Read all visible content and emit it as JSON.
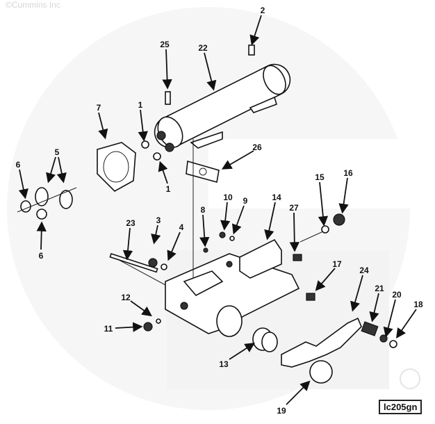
{
  "copyright": "©Cummins Inc",
  "figure_id": "lc205gn",
  "watermark": "Cummins",
  "callouts": [
    "2",
    "25",
    "22",
    "7",
    "1",
    "1",
    "5",
    "6",
    "6",
    "26",
    "15",
    "16",
    "10",
    "9",
    "14",
    "8",
    "27",
    "3",
    "4",
    "23",
    "17",
    "24",
    "21",
    "20",
    "18",
    "12",
    "11",
    "13",
    "19"
  ],
  "colors": {
    "ink": "#111111",
    "watermark": "#f2f2f2",
    "background": "#ffffff"
  }
}
